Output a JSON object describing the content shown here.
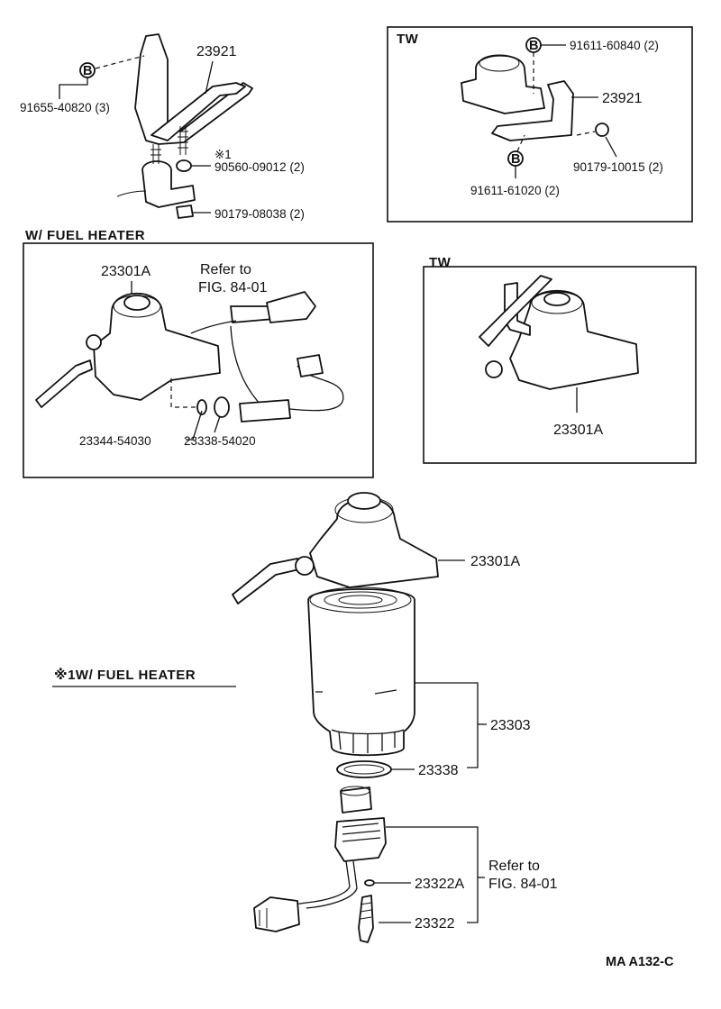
{
  "labels": {
    "top_bracket_part": "23921",
    "top_bolt": "91655-40820 (3)",
    "top_note_mark": "※1",
    "top_washer": "90560-09012 (2)",
    "top_nut": "90179-08038 (2)",
    "tw_top_header": "TW",
    "tw_top_bolt_upper": "91611-60840 (2)",
    "tw_top_bracket": "23921",
    "tw_top_nut": "90179-10015 (2)",
    "tw_top_bolt_lower": "91611-61020 (2)",
    "b_mark": "B",
    "wfh_header": "W/ FUEL  HEATER",
    "wfh_pump": "23301A",
    "wfh_refer_1": "Refer to",
    "wfh_refer_2": "FIG. 84-01",
    "wfh_part_a": "23344-54030",
    "wfh_part_b": "23338-54020",
    "tw_mid_header": "TW",
    "tw_mid_pump": "23301A",
    "main_pump": "23301A",
    "note_heading": "※1W/ FUEL  HEATER",
    "main_filter": "23303",
    "main_gasket": "23338",
    "main_oring": "23322A",
    "main_sensor": "23322",
    "main_refer_1": "Refer to",
    "main_refer_2": "FIG. 84-01",
    "footer_code": "MA  A132-C"
  }
}
